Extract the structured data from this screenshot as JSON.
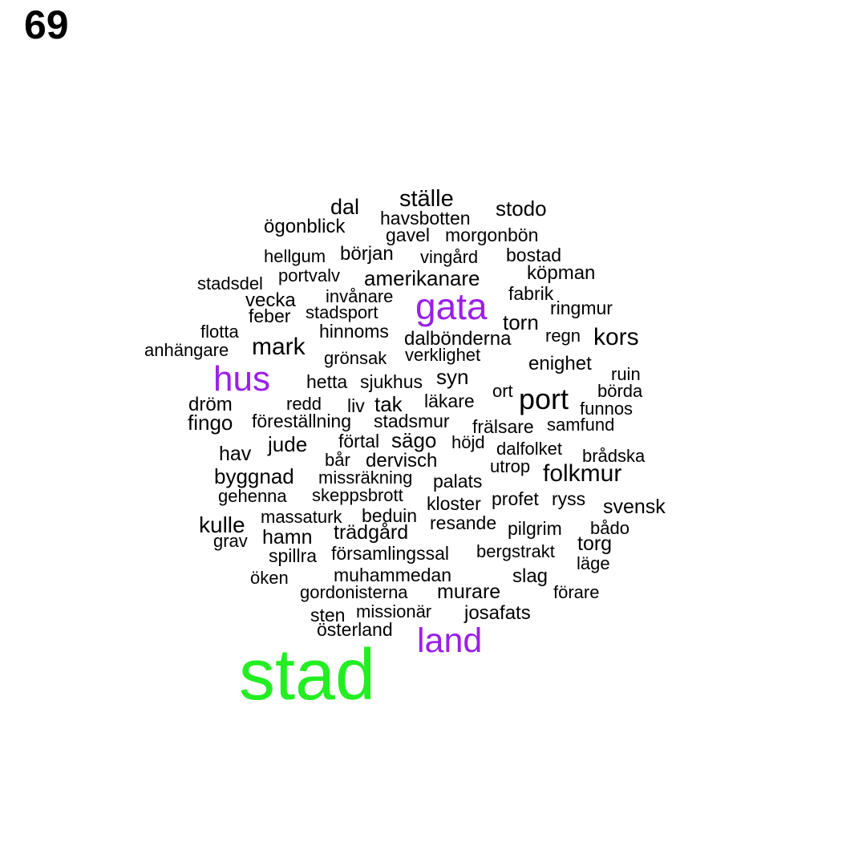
{
  "page_number": "69",
  "colors": {
    "high": "#22ee22",
    "mid": "#9b1fe8",
    "low": "#000000"
  },
  "words": [
    {
      "text": "stad",
      "tier": "high"
    },
    {
      "text": "gata",
      "tier": "mid"
    },
    {
      "text": "hus",
      "tier": "mid"
    },
    {
      "text": "land",
      "tier": "mid"
    },
    {
      "text": "port",
      "tier": "low"
    },
    {
      "text": "mark",
      "tier": "low"
    },
    {
      "text": "kors",
      "tier": "low"
    },
    {
      "text": "ställe",
      "tier": "low"
    },
    {
      "text": "dal",
      "tier": "low"
    },
    {
      "text": "stodo",
      "tier": "low"
    },
    {
      "text": "havsbotten",
      "tier": "low"
    },
    {
      "text": "ögonblick",
      "tier": "low"
    },
    {
      "text": "gavel",
      "tier": "low"
    },
    {
      "text": "morgonbön",
      "tier": "low"
    },
    {
      "text": "hellgum",
      "tier": "low"
    },
    {
      "text": "början",
      "tier": "low"
    },
    {
      "text": "vingård",
      "tier": "low"
    },
    {
      "text": "bostad",
      "tier": "low"
    },
    {
      "text": "stadsdel",
      "tier": "low"
    },
    {
      "text": "portvalv",
      "tier": "low"
    },
    {
      "text": "amerikanare",
      "tier": "low"
    },
    {
      "text": "köpman",
      "tier": "low"
    },
    {
      "text": "vecka",
      "tier": "low"
    },
    {
      "text": "invånare",
      "tier": "low"
    },
    {
      "text": "fabrik",
      "tier": "low"
    },
    {
      "text": "feber",
      "tier": "low"
    },
    {
      "text": "stadsport",
      "tier": "low"
    },
    {
      "text": "ringmur",
      "tier": "low"
    },
    {
      "text": "torn",
      "tier": "low"
    },
    {
      "text": "flotta",
      "tier": "low"
    },
    {
      "text": "hinnoms",
      "tier": "low"
    },
    {
      "text": "dalbönderna",
      "tier": "low"
    },
    {
      "text": "regn",
      "tier": "low"
    },
    {
      "text": "anhängare",
      "tier": "low"
    },
    {
      "text": "grönsak",
      "tier": "low"
    },
    {
      "text": "verklighet",
      "tier": "low"
    },
    {
      "text": "enighet",
      "tier": "low"
    },
    {
      "text": "hetta",
      "tier": "low"
    },
    {
      "text": "sjukhus",
      "tier": "low"
    },
    {
      "text": "syn",
      "tier": "low"
    },
    {
      "text": "ruin",
      "tier": "low"
    },
    {
      "text": "ort",
      "tier": "low"
    },
    {
      "text": "börda",
      "tier": "low"
    },
    {
      "text": "dröm",
      "tier": "low"
    },
    {
      "text": "redd",
      "tier": "low"
    },
    {
      "text": "liv",
      "tier": "low"
    },
    {
      "text": "tak",
      "tier": "low"
    },
    {
      "text": "läkare",
      "tier": "low"
    },
    {
      "text": "funnos",
      "tier": "low"
    },
    {
      "text": "fingo",
      "tier": "low"
    },
    {
      "text": "föreställning",
      "tier": "low"
    },
    {
      "text": "stadsmur",
      "tier": "low"
    },
    {
      "text": "frälsare",
      "tier": "low"
    },
    {
      "text": "samfund",
      "tier": "low"
    },
    {
      "text": "jude",
      "tier": "low"
    },
    {
      "text": "förtal",
      "tier": "low"
    },
    {
      "text": "sägo",
      "tier": "low"
    },
    {
      "text": "höjd",
      "tier": "low"
    },
    {
      "text": "dalfolket",
      "tier": "low"
    },
    {
      "text": "hav",
      "tier": "low"
    },
    {
      "text": "bår",
      "tier": "low"
    },
    {
      "text": "dervisch",
      "tier": "low"
    },
    {
      "text": "utrop",
      "tier": "low"
    },
    {
      "text": "brådska",
      "tier": "low"
    },
    {
      "text": "byggnad",
      "tier": "low"
    },
    {
      "text": "missräkning",
      "tier": "low"
    },
    {
      "text": "palats",
      "tier": "low"
    },
    {
      "text": "folkmur",
      "tier": "low"
    },
    {
      "text": "gehenna",
      "tier": "low"
    },
    {
      "text": "skeppsbrott",
      "tier": "low"
    },
    {
      "text": "kloster",
      "tier": "low"
    },
    {
      "text": "profet",
      "tier": "low"
    },
    {
      "text": "ryss",
      "tier": "low"
    },
    {
      "text": "svensk",
      "tier": "low"
    },
    {
      "text": "kulle",
      "tier": "low"
    },
    {
      "text": "massaturk",
      "tier": "low"
    },
    {
      "text": "beduin",
      "tier": "low"
    },
    {
      "text": "resande",
      "tier": "low"
    },
    {
      "text": "pilgrim",
      "tier": "low"
    },
    {
      "text": "bådo",
      "tier": "low"
    },
    {
      "text": "grav",
      "tier": "low"
    },
    {
      "text": "hamn",
      "tier": "low"
    },
    {
      "text": "trädgård",
      "tier": "low"
    },
    {
      "text": "torg",
      "tier": "low"
    },
    {
      "text": "spillra",
      "tier": "low"
    },
    {
      "text": "församlingssal",
      "tier": "low"
    },
    {
      "text": "bergstrakt",
      "tier": "low"
    },
    {
      "text": "läge",
      "tier": "low"
    },
    {
      "text": "öken",
      "tier": "low"
    },
    {
      "text": "muhammedan",
      "tier": "low"
    },
    {
      "text": "slag",
      "tier": "low"
    },
    {
      "text": "gordonisterna",
      "tier": "low"
    },
    {
      "text": "murare",
      "tier": "low"
    },
    {
      "text": "förare",
      "tier": "low"
    },
    {
      "text": "sten",
      "tier": "low"
    },
    {
      "text": "missionär",
      "tier": "low"
    },
    {
      "text": "josafats",
      "tier": "low"
    },
    {
      "text": "österland",
      "tier": "low"
    }
  ]
}
